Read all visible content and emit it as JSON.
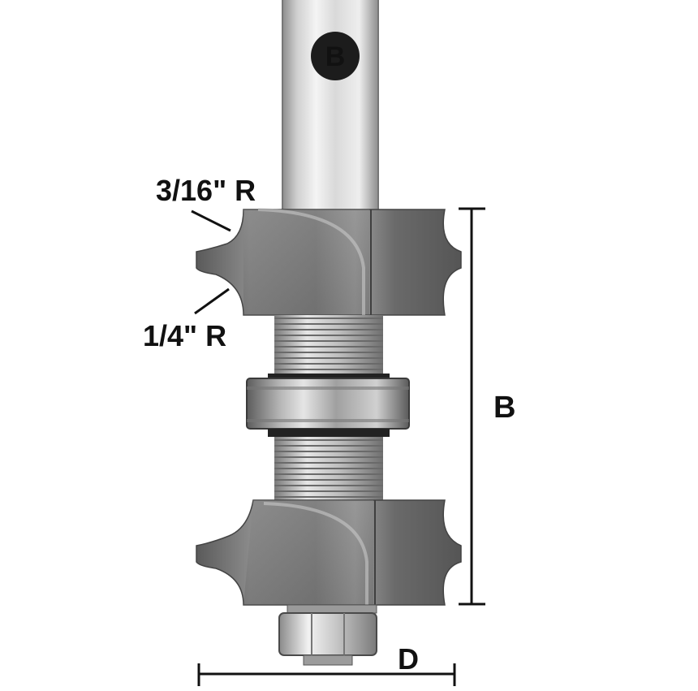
{
  "badge": {
    "letter": "B",
    "bg": "#1c1c1c",
    "fg": "#ffffff"
  },
  "labels": {
    "radius_top": "3/16\" R",
    "radius_bottom": "1/4\" R",
    "dimension_height": "B",
    "dimension_diameter": "D"
  },
  "colors": {
    "shank_light": "#e8e8e8",
    "shank_mid": "#b9b9b9",
    "cutter_dark": "#5e5e5e",
    "cutter_mid": "#888888",
    "cutter_light": "#b8b8b8",
    "bearing": "#9a9a9a",
    "line": "#111111"
  }
}
